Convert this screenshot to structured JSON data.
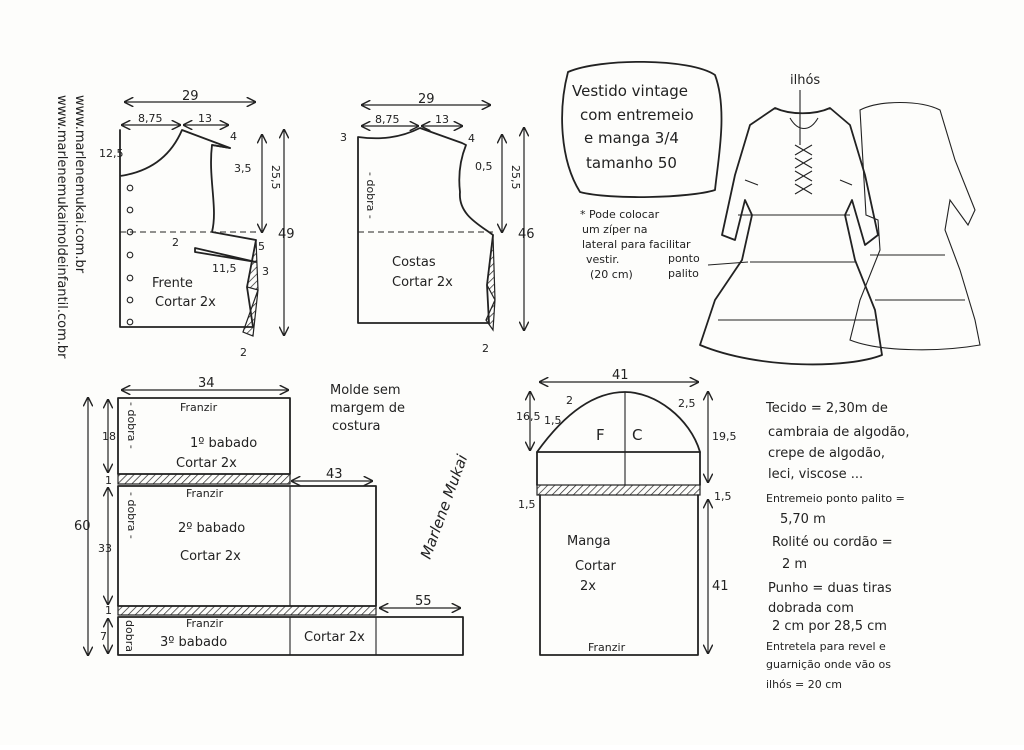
{
  "websites": [
    "www.marlenemukai.com.br",
    "www.marlenemukaimoldeinfantil.com.br"
  ],
  "title_lines": [
    "Vestido vintage",
    "com entremeio",
    "e manga 3/4",
    "tamanho 50"
  ],
  "ilhos_label": "ilhós",
  "zipper_note": [
    "* Pode colocar",
    "um zíper na",
    "lateral para facilitar",
    "vestir.",
    "(20 cm)"
  ],
  "ponto_palito_label": [
    "ponto",
    "palito"
  ],
  "seam_note": [
    "Molde sem",
    "margem de",
    "costura"
  ],
  "signature": "Marlene Mukai",
  "frente": {
    "name": "Frente",
    "cut": "Cortar 2x",
    "dims": {
      "width": "29",
      "neck": "8,75",
      "shoulder": "13",
      "shoulder_drop": "4",
      "neck_depth": "12,5",
      "armhole": "3,5",
      "armhole_depth": "25,5",
      "length": "49",
      "dart_top": "2",
      "dart_bottom": "5",
      "dart_len": "11,5",
      "side": "3",
      "hem": "2"
    }
  },
  "costas": {
    "name": "Costas",
    "cut": "Cortar 2x",
    "fold": "- dobra -",
    "dims": {
      "width": "29",
      "neck_depth": "3",
      "neck": "8,75",
      "shoulder": "13",
      "shoulder_drop": "4",
      "armhole": "0,5",
      "armhole_depth": "25,5",
      "length": "46",
      "hem": "2"
    }
  },
  "babado1": {
    "gather": "Franzir",
    "name": "1º babado",
    "cut": "Cortar 2x",
    "fold": "- dobra -",
    "width": "34",
    "height": "18"
  },
  "babado2": {
    "gather": "Franzir",
    "name": "2º babado",
    "cut": "Cortar 2x",
    "fold": "- dobra -",
    "width_ext": "43",
    "height": "33"
  },
  "babado3": {
    "gather": "Franzir",
    "name": "3º babado",
    "cut": "Cortar 2x",
    "fold": "dobra",
    "width_ext": "55",
    "height": "7"
  },
  "skirt_total": "60",
  "strip_h": "1",
  "manga": {
    "name": "Manga",
    "cut": "Cortar",
    "qty": "2x",
    "gather": "Franzir",
    "front_label": "F",
    "back_label": "C",
    "dims": {
      "width": "41",
      "cap_left": "2",
      "cap_right": "2,5",
      "cap_h_left": "16,5",
      "ease_left": "1,5",
      "cap_h_right": "19,5",
      "band_left": "1,5",
      "band_right": "1,5",
      "length": "41"
    }
  },
  "materials": [
    "Tecido = 2,30m de",
    "cambraia de algodão,",
    "crepe de algodão,",
    "leci, viscose ...",
    "Entremeio ponto palito =",
    "5,70 m",
    "Rolité ou cordão =",
    "2 m",
    "Punho = duas tiras",
    "dobrada com",
    "2 cm por 28,5 cm",
    "Entretela para revel e",
    "guarnição onde vão os",
    "ilhós = 20 cm"
  ]
}
